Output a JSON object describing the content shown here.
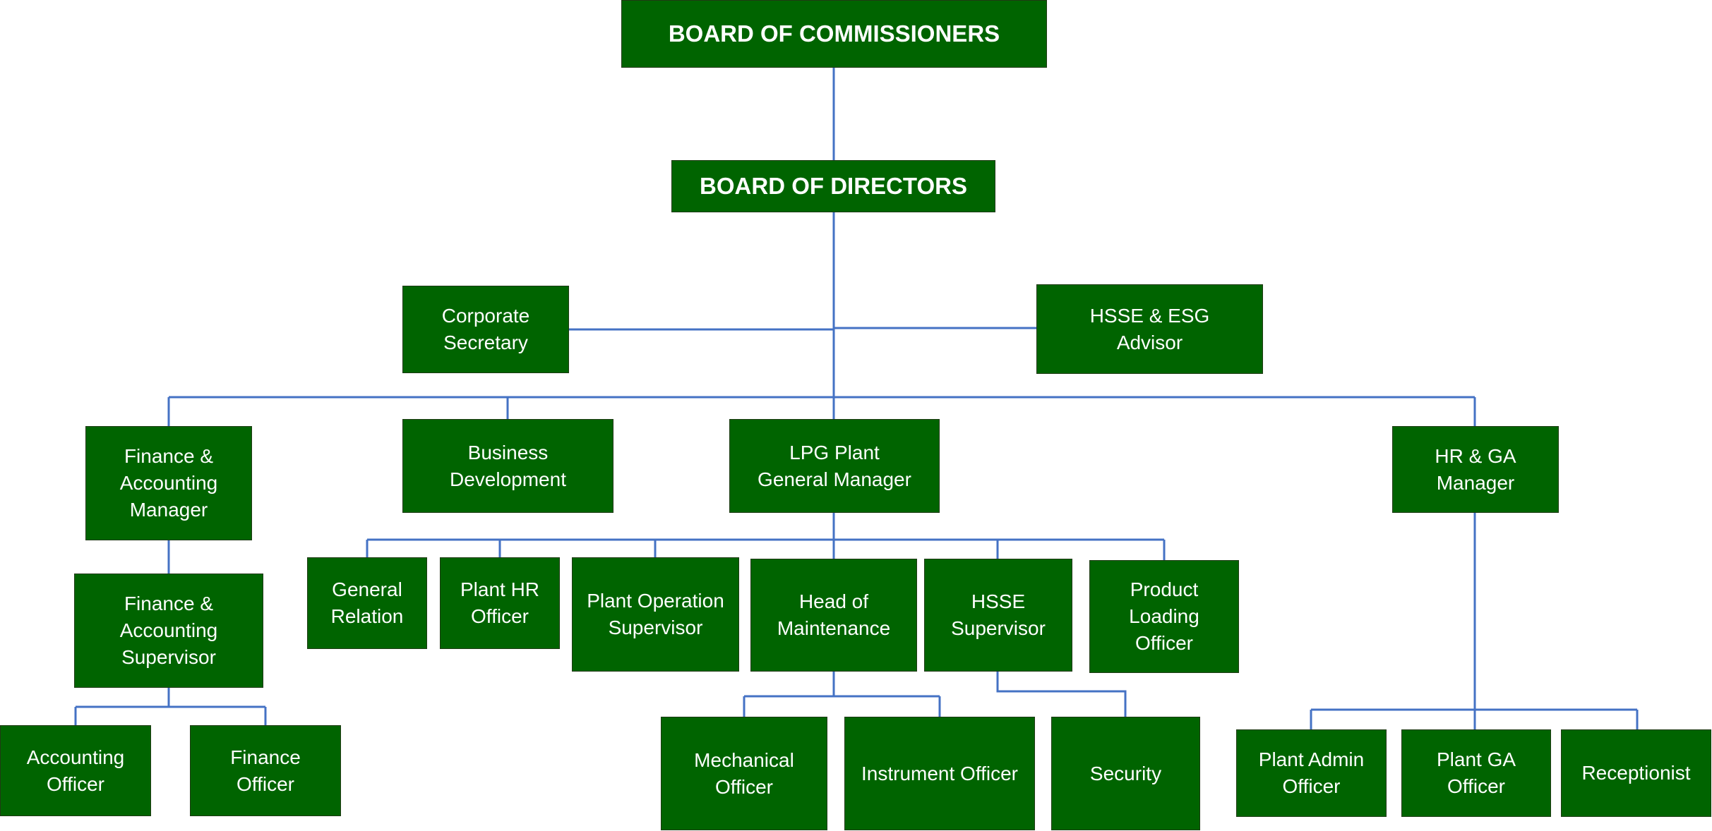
{
  "nodes": {
    "board_commissioners": "BOARD OF COMMISSIONERS",
    "board_directors": "BOARD OF DIRECTORS",
    "corporate_secretary": "Corporate\nSecretary",
    "hsse_esg_advisor": "HSSE & ESG\nAdvisor",
    "finance_accounting_manager": "Finance &\nAccounting\nManager",
    "business_development": "Business\nDevelopment",
    "lpg_plant_gm": "LPG Plant\nGeneral Manager",
    "hr_ga_manager": "HR & GA\nManager",
    "finance_accounting_supervisor": "Finance &\nAccounting\nSupervisor",
    "accounting_officer": "Accounting\nOfficer",
    "finance_officer": "Finance\nOfficer",
    "general_relation": "General\nRelation",
    "plant_hr_officer": "Plant HR\nOfficer",
    "plant_operation_supervisor": "Plant Operation\nSupervisor",
    "head_of_maintenance": "Head of\nMaintenance",
    "hsse_supervisor": "HSSE\nSupervisor",
    "product_loading_officer": "Product\nLoading\nOfficer",
    "mechanical_officer": "Mechanical\nOfficer",
    "instrument_officer": "Instrument Officer",
    "security": "Security",
    "plant_admin_officer": "Plant Admin\nOfficer",
    "plant_ga_officer": "Plant GA\nOfficer",
    "receptionist": "Receptionist"
  },
  "colors": {
    "box_fill": "#006400",
    "connector": "#4472c4",
    "text": "#ffffff"
  }
}
